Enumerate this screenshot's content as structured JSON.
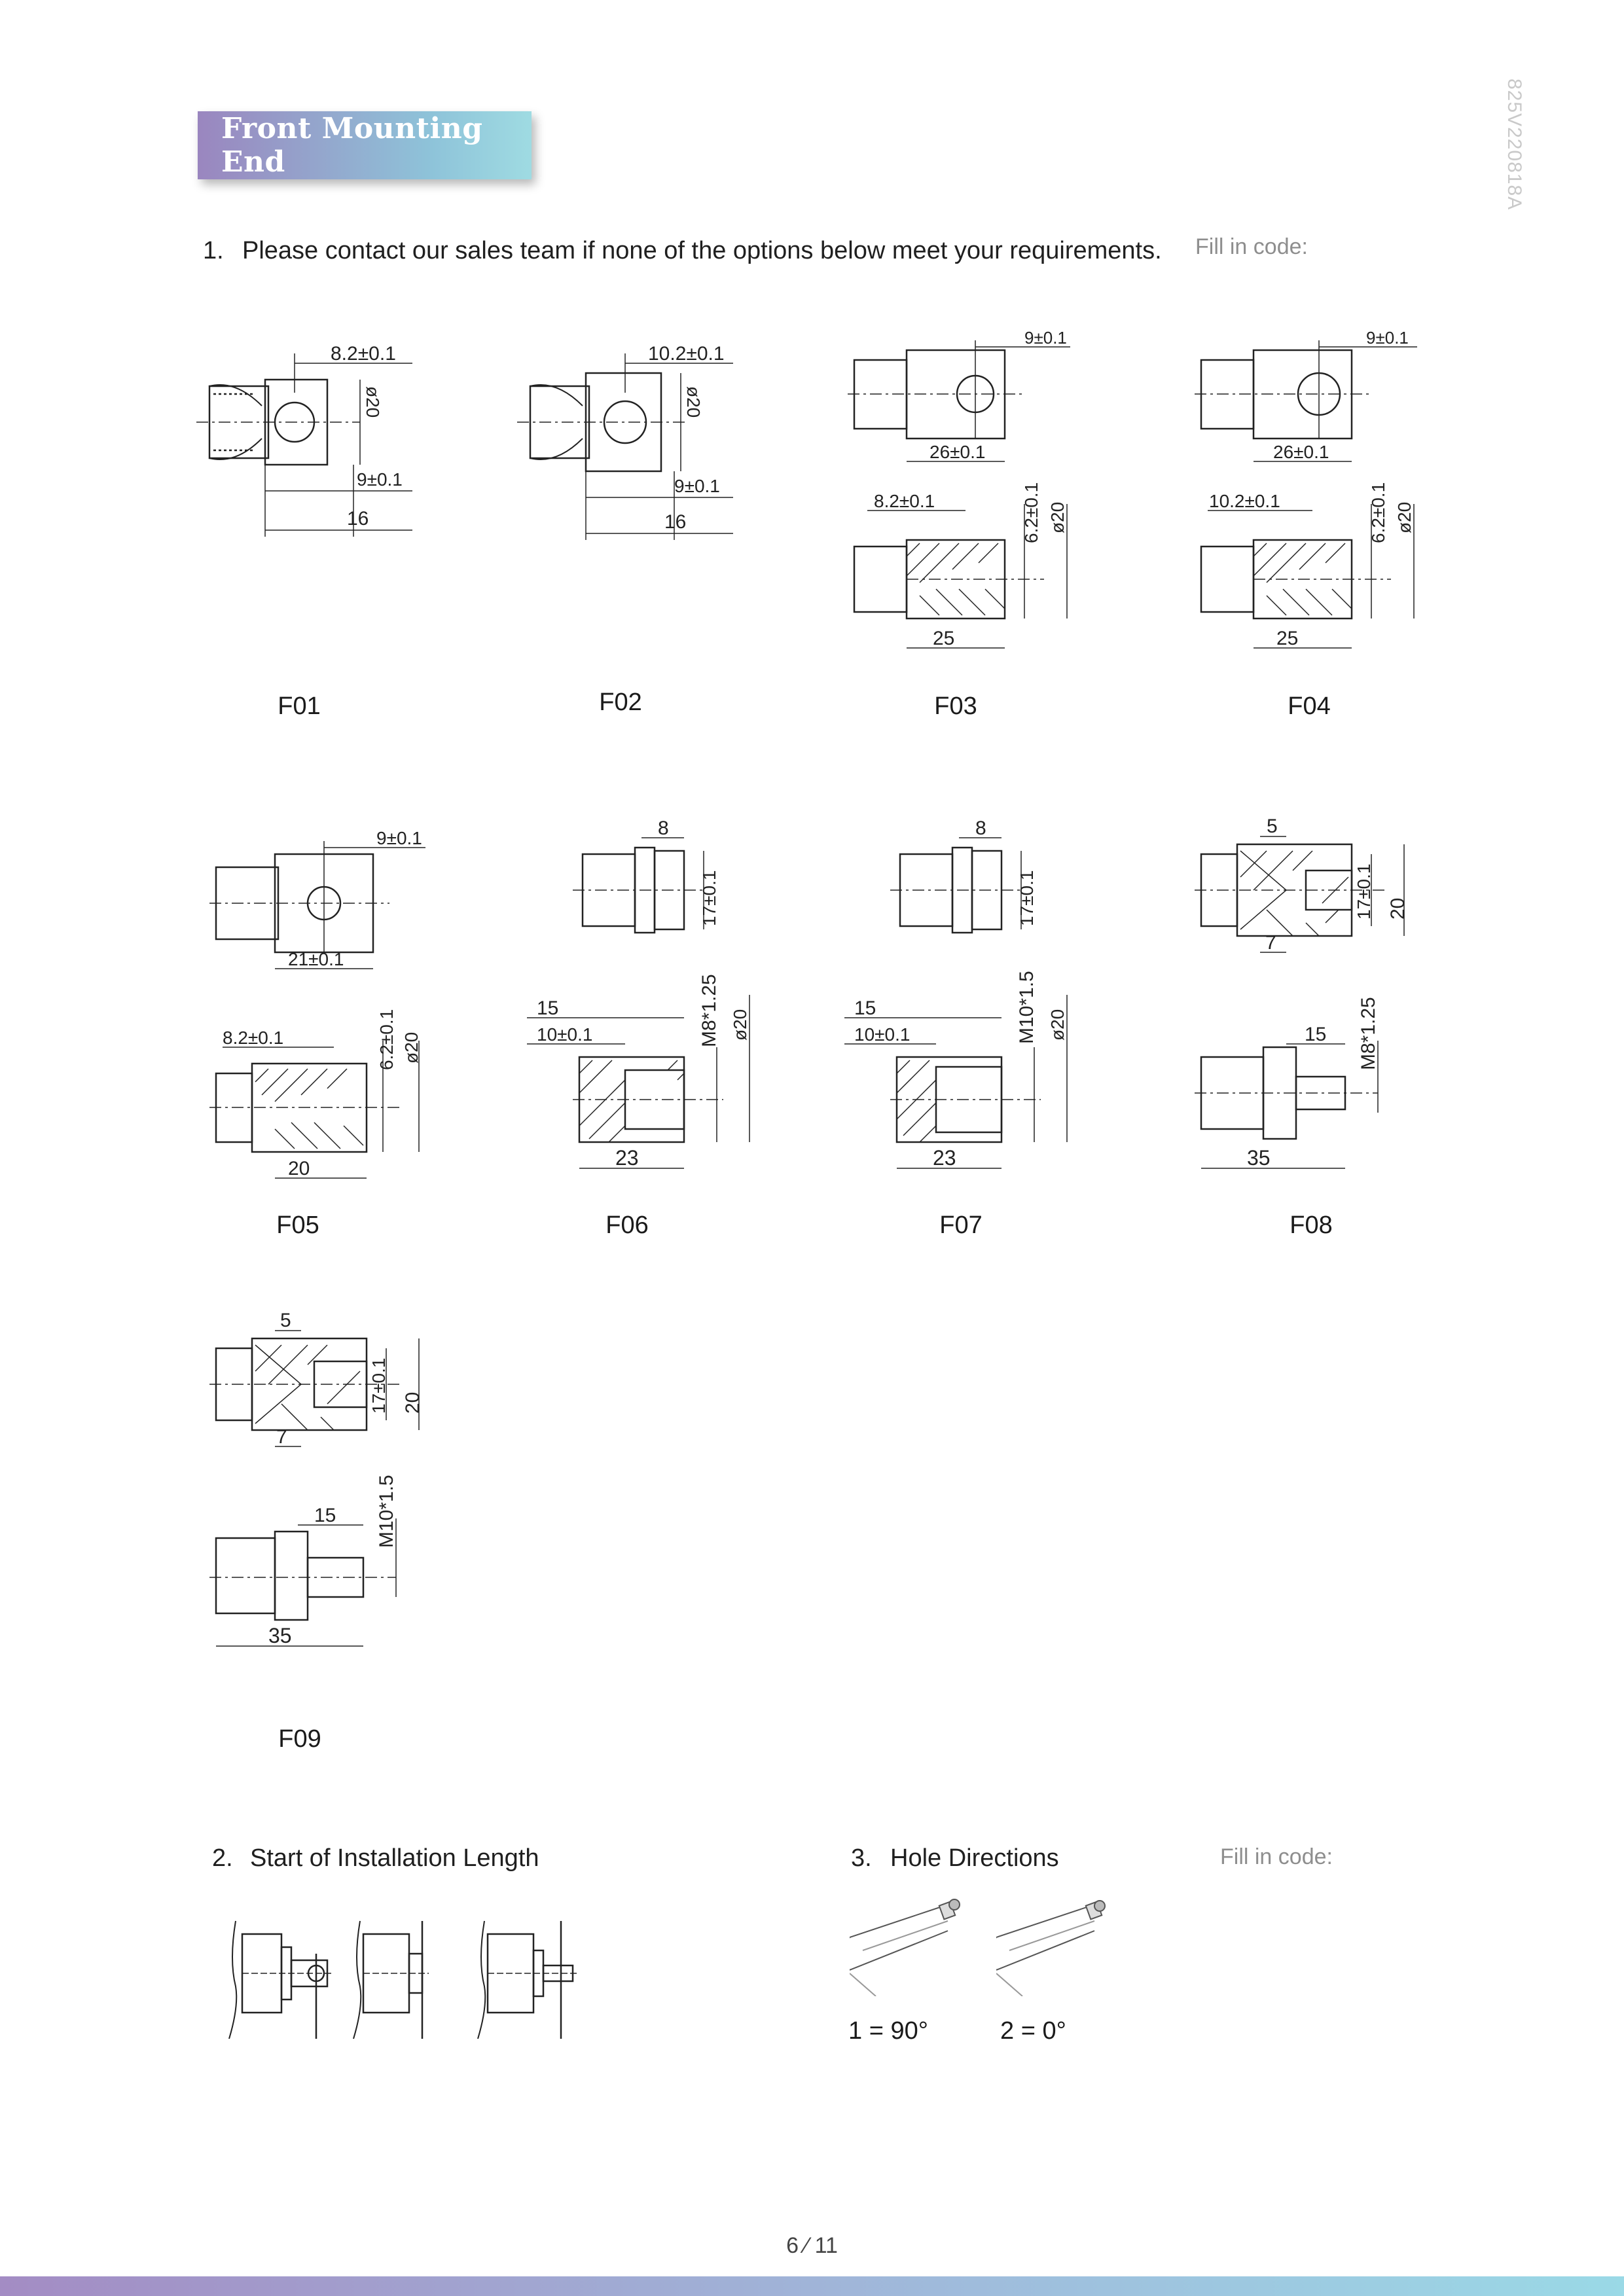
{
  "header": {
    "title": "Front Mounting End"
  },
  "side_code": "825V220818A",
  "section1": {
    "number": "1.",
    "text": "Please contact our sales team if none of the options below meet your requirements.",
    "fill_label": "Fill in code:"
  },
  "options": [
    {
      "code": "F01"
    },
    {
      "code": "F02"
    },
    {
      "code": "F03"
    },
    {
      "code": "F04"
    },
    {
      "code": "F05"
    },
    {
      "code": "F06"
    },
    {
      "code": "F07"
    },
    {
      "code": "F08"
    },
    {
      "code": "F09"
    }
  ],
  "dims": {
    "f01_a": "8.2±0.1",
    "f01_b": "9±0.1",
    "f01_c": "16",
    "f01_d": "ø20",
    "f02_a": "10.2±0.1",
    "f02_b": "9±0.1",
    "f02_c": "16",
    "f02_d": "ø20",
    "f03_a": "9±0.1",
    "f03_b": "26±0.1",
    "f03_c": "8.2±0.1",
    "f03_d": "6.2±0.1",
    "f03_e": "ø20",
    "f03_f": "25",
    "f04_a": "9±0.1",
    "f04_b": "26±0.1",
    "f04_c": "10.2±0.1",
    "f04_d": "6.2±0.1",
    "f04_e": "ø20",
    "f04_f": "25",
    "f05_a": "9±0.1",
    "f05_b": "21±0.1",
    "f05_c": "8.2±0.1",
    "f05_d": "6.2±0.1",
    "f05_e": "ø20",
    "f05_f": "20",
    "f06_a": "8",
    "f06_b": "17±0.1",
    "f06_c": "15",
    "f06_d": "10±0.1",
    "f06_e": "M8*1.25",
    "f06_f": "ø20",
    "f06_g": "23",
    "f07_a": "8",
    "f07_b": "17±0.1",
    "f07_c": "15",
    "f07_d": "10±0.1",
    "f07_e": "M10*1.5",
    "f07_f": "ø20",
    "f07_g": "23",
    "f08_a": "5",
    "f08_b": "17±0.1",
    "f08_c": "20",
    "f08_d": "7",
    "f08_e": "15",
    "f08_f": "M8*1.25",
    "f08_g": "35",
    "f09_a": "5",
    "f09_b": "17±0.1",
    "f09_c": "20",
    "f09_d": "7",
    "f09_e": "15",
    "f09_f": "M10*1.5",
    "f09_g": "35"
  },
  "section2": {
    "number": "2.",
    "text": "Start of Installation Length"
  },
  "section3": {
    "number": "3.",
    "text": "Hole Directions",
    "fill_label": "Fill in code:"
  },
  "hole_directions": [
    {
      "label": "1 = 90°"
    },
    {
      "label": "2 = 0°"
    }
  ],
  "page": {
    "number": "6 ⁄ 11"
  }
}
